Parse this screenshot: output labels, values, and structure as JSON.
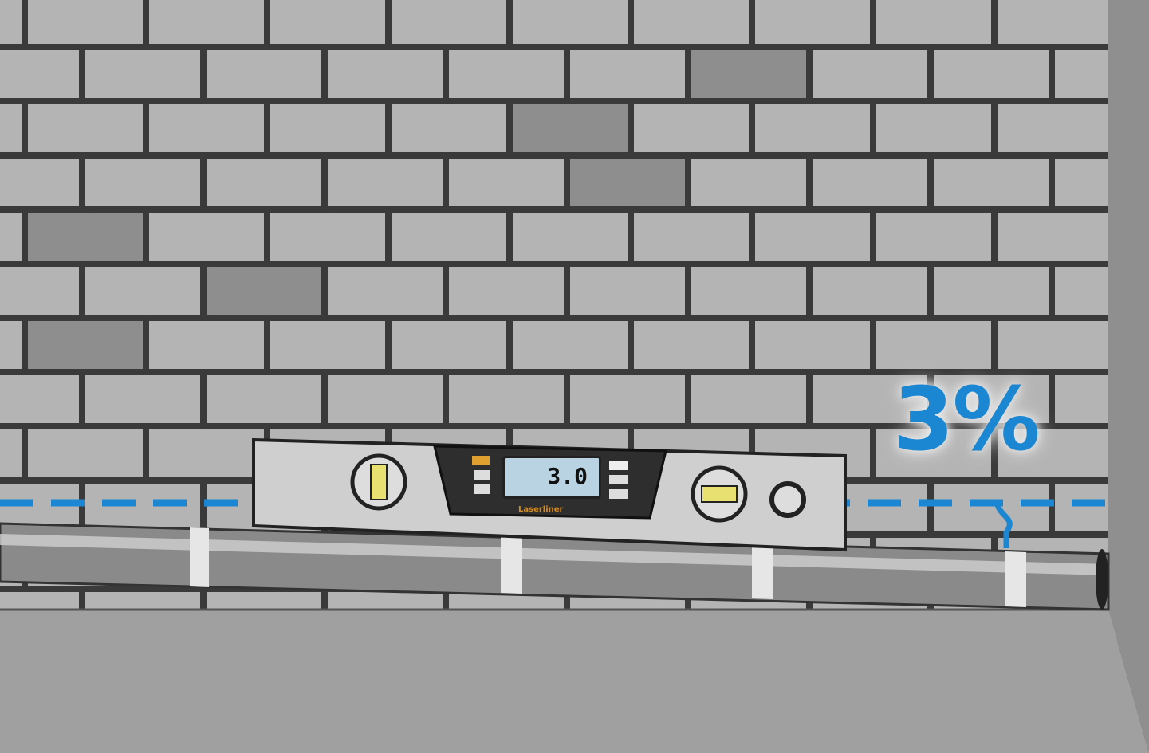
{
  "annotation": {
    "slope_label": "3%",
    "slope_percent": 3
  },
  "level": {
    "display_value": "3.0",
    "brand_logo": "Laserliner"
  },
  "colors": {
    "accent": "#1b87d2",
    "wall": "#b4b4b4",
    "mortar": "#3a3a3a",
    "floor": "#9d9d9d"
  }
}
